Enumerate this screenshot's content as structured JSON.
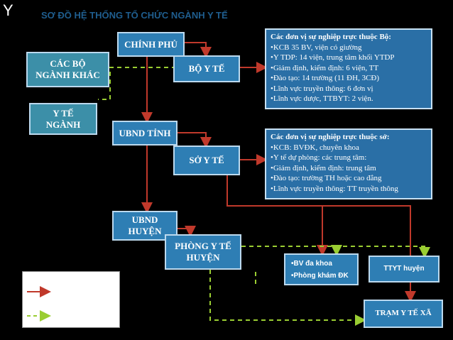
{
  "header": {
    "logo_letter": "Y",
    "title": "SƠ ĐỒ HỆ THỐNG TỔ CHỨC NGÀNH Y TẾ"
  },
  "nodes": {
    "chinh_phu": "CHÍNH PHỦ",
    "bo_y_te": "BỘ Y TẾ",
    "cac_bo_nganh": "CÁC BỘ NGÀNH KHÁC",
    "y_te_nganh": "Y TẾ NGÀNH",
    "ubnd_tinh": "UBND TỈNH",
    "so_y_te": "SỞ Y TẾ",
    "ubnd_huyen": "UBND HUYỆN",
    "phong_y_te_huyen": "PHÒNG Y TẾ HUYỆN",
    "ttyt_huyen": "TTYT huyện",
    "tram_y_te_xa": "TRẠM Y TẾ XÃ"
  },
  "bv_box": {
    "items": [
      "•BV đa khoa",
      "•Phòng khám ĐK"
    ]
  },
  "info_bo": {
    "heading": "Các đơn vị sự nghiệp trực thuộc Bộ:",
    "items": [
      "•KCB 35 BV, viện có giường",
      "•Y TDP: 14 viện, trung tâm khối YTDP",
      "•Giám định, kiểm định: 6 viện, TT",
      "•Đào tạo: 14 trường  (11 ĐH, 3CĐ)",
      "•Lĩnh vực truyền thông: 6 đơn vị",
      "•Lĩnh vực dược, TTBYT: 2 viện."
    ]
  },
  "info_so": {
    "heading": "Các đơn vị sự nghiệp trực thuộc sở:",
    "items": [
      "•KCB: BVĐK, chuyên khoa",
      "•Y tế dự phòng: các trung tâm:",
      "•Giám định, kiểm định: trung tâm",
      "•Đào tạo: trường  TH hoặc cao đẳng",
      "•Lĩnh vực truyền thông: TT truyền thông"
    ]
  },
  "colors": {
    "background": "#000000",
    "node_fill": "#2e7eb4",
    "solid_line": "#c0392b",
    "dashed_line": "#9acd32"
  }
}
